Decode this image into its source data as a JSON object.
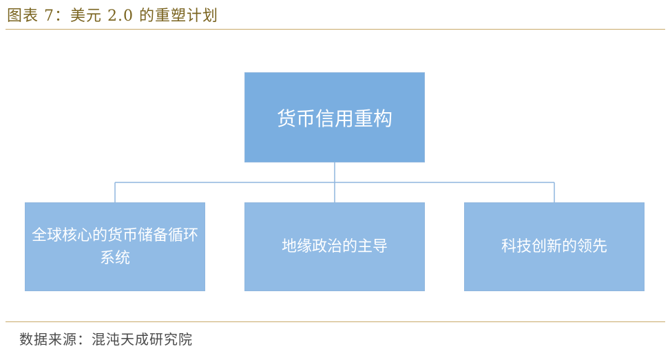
{
  "header": {
    "title": "图表 7：美元 2.0 的重塑计划"
  },
  "diagram": {
    "root": "货币信用重构",
    "children": [
      "全球核心的货币储备循环系统",
      "地缘政治的主导",
      "科技创新的领先"
    ]
  },
  "footer": {
    "source": "数据来源：混沌天成研究院"
  },
  "colors": {
    "root_fill": "#7aaee0",
    "child_fill": "#91bbe5",
    "connector": "#8fb6de",
    "rule": "#c8a968",
    "title_text": "#7a6420"
  }
}
